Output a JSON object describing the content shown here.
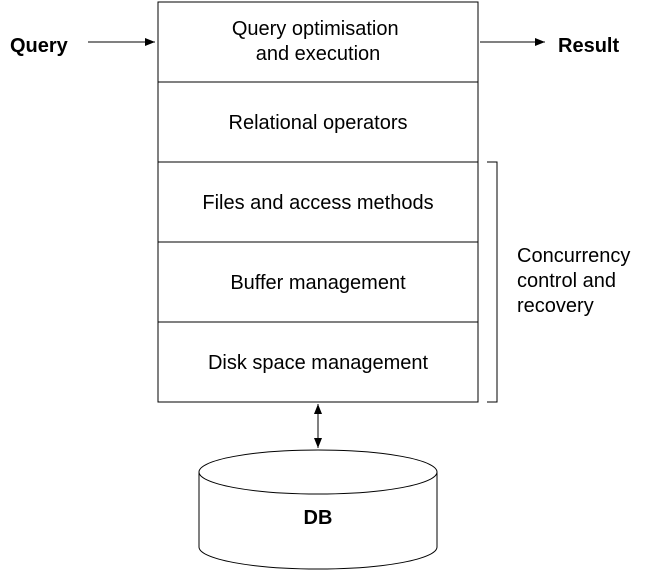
{
  "input_label": "Query",
  "output_label": "Result",
  "layers": [
    {
      "lines": [
        "Query optimisation",
        "and execution"
      ]
    },
    {
      "lines": [
        "Relational operators"
      ]
    },
    {
      "lines": [
        "Files and access methods"
      ]
    },
    {
      "lines": [
        "Buffer management"
      ]
    },
    {
      "lines": [
        "Disk space management"
      ]
    }
  ],
  "side_note": {
    "lines": [
      "Concurrency",
      "control and",
      "recovery"
    ]
  },
  "database_label": "DB"
}
